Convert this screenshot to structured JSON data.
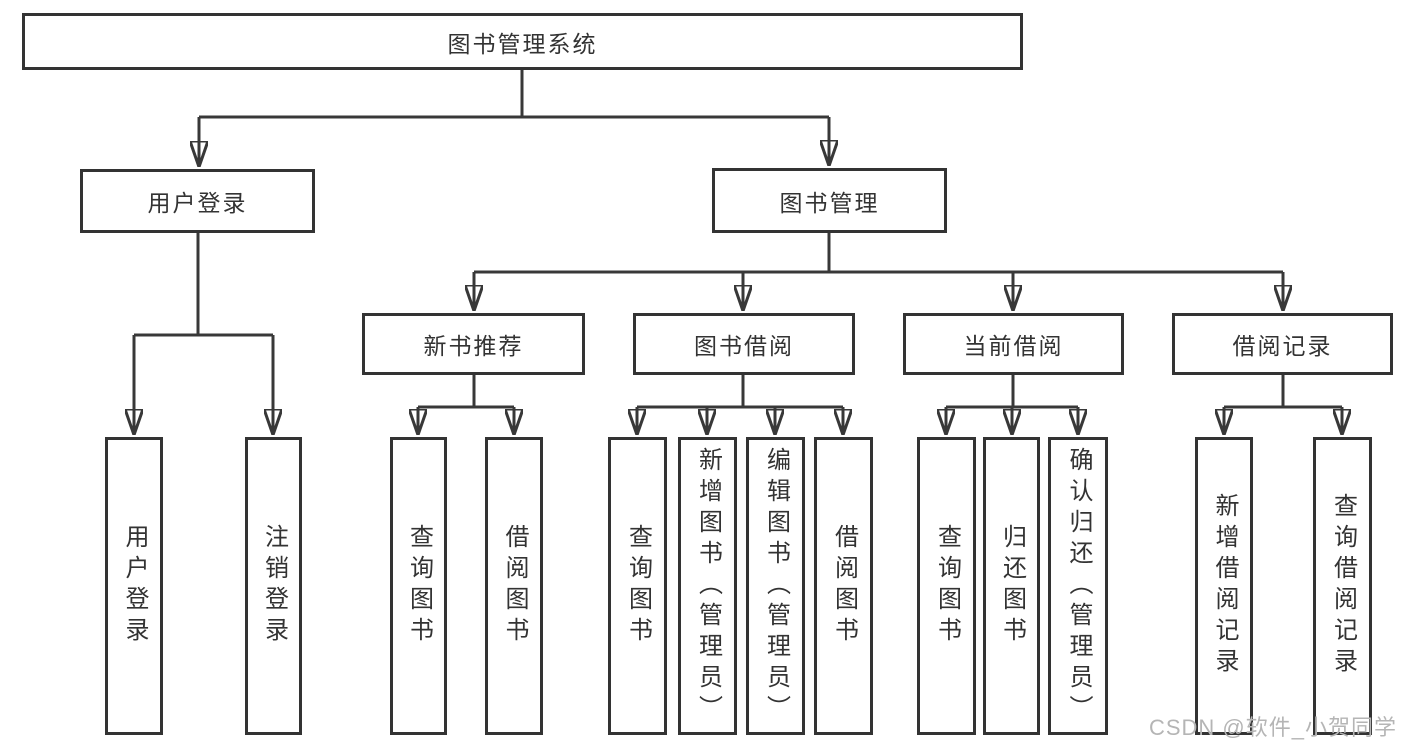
{
  "tree": {
    "root": {
      "label": "图书管理系统",
      "children": [
        {
          "label": "用户登录",
          "children": [
            {
              "label": "用户登录"
            },
            {
              "label": "注销登录"
            }
          ]
        },
        {
          "label": "图书管理",
          "children": [
            {
              "label": "新书推荐",
              "children": [
                {
                  "label": "查询图书"
                },
                {
                  "label": "借阅图书"
                }
              ]
            },
            {
              "label": "图书借阅",
              "children": [
                {
                  "label": "查询图书"
                },
                {
                  "label": "新增图书（管理员）"
                },
                {
                  "label": "编辑图书（管理员）"
                },
                {
                  "label": "借阅图书"
                }
              ]
            },
            {
              "label": "当前借阅",
              "children": [
                {
                  "label": "查询图书"
                },
                {
                  "label": "归还图书"
                },
                {
                  "label": "确认归还（管理员）"
                }
              ]
            },
            {
              "label": "借阅记录",
              "children": [
                {
                  "label": "新增借阅记录"
                },
                {
                  "label": "查询借阅记录"
                }
              ]
            }
          ]
        }
      ]
    }
  },
  "watermark": {
    "text": "CSDN @软件_小贺同学"
  },
  "colors": {
    "line": "#383838",
    "box_border": "#333333",
    "text": "#333333",
    "background": "#ffffff",
    "watermark": "#b5b5b5"
  }
}
